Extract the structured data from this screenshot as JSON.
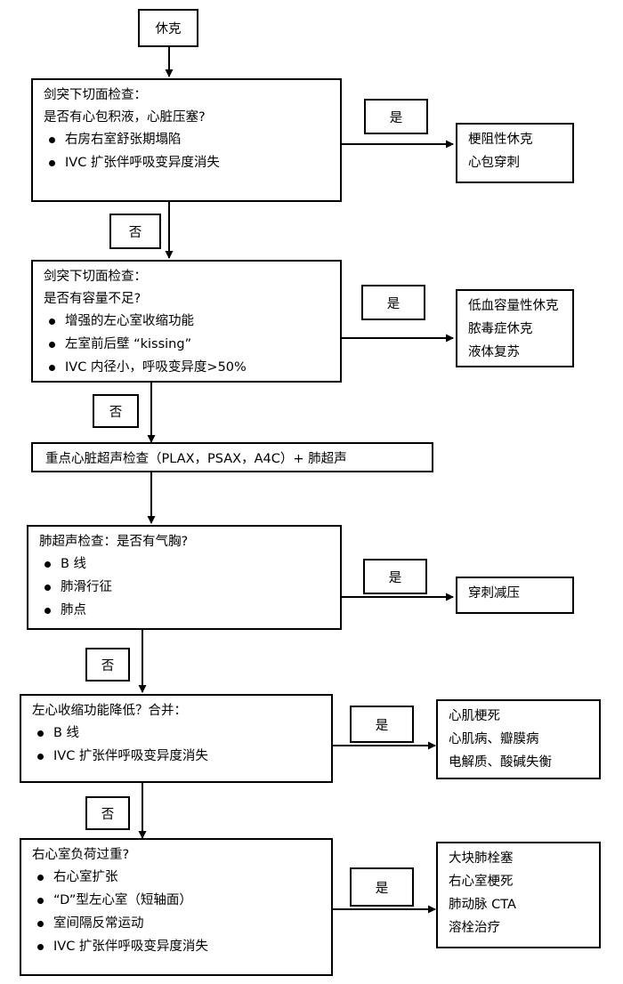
{
  "diagram": {
    "title_node": {
      "label": "休克"
    },
    "yes_label": "是",
    "no_label": "否",
    "nodes": [
      {
        "id": "subxiphoid-tamponade",
        "lines": [
          "剑突下切面检查：",
          "是否有心包积液，心脏压塞?"
        ],
        "bullets": [
          "右房右室舒张期塌陷",
          "IVC 扩张伴呼吸变异度消失"
        ]
      },
      {
        "id": "subxiphoid-hypovolemia",
        "lines": [
          "剑突下切面检查：",
          "是否有容量不足?"
        ],
        "bullets": [
          "增强的左心室收缩功能",
          "左室前后壁 “kissing”",
          "IVC 内径小，呼吸变异度>50%"
        ]
      },
      {
        "id": "focused-echo",
        "lines": [
          "重点心脏超声检查（PLAX，PSAX，A4C）+ 肺超声"
        ],
        "bullets": []
      },
      {
        "id": "lung-us-pneumothorax",
        "lines": [
          "肺超声检查：是否有气胸?"
        ],
        "bullets": [
          "B 线",
          "肺滑行征",
          "肺点"
        ]
      },
      {
        "id": "lv-systolic-dysfunction",
        "lines": [
          "左心收缩功能降低？合并："
        ],
        "bullets": [
          "B 线",
          "IVC 扩张伴呼吸变异度消失"
        ]
      },
      {
        "id": "rv-overload",
        "lines": [
          "右心室负荷过重?"
        ],
        "bullets": [
          "右心室扩张",
          "“D”型左心室（短轴面）",
          "室间隔反常运动",
          "IVC 扩张伴呼吸变异度消失"
        ]
      }
    ],
    "outcomes": [
      {
        "id": "obstructive-shock",
        "lines": [
          "梗阻性休克",
          "心包穿刺"
        ]
      },
      {
        "id": "hypovolemic-shock",
        "lines": [
          "低血容量性休克",
          "脓毒症休克",
          "液体复苏"
        ]
      },
      {
        "id": "needle-decompression",
        "lines": [
          "穿刺减压"
        ]
      },
      {
        "id": "cardiogenic-causes",
        "lines": [
          "心肌梗死",
          "心肌病、瓣膜病",
          "电解质、酸碱失衡"
        ]
      },
      {
        "id": "pulmonary-embolism",
        "lines": [
          "大块肺栓塞",
          "右心室梗死",
          "肺动脉 CTA",
          "溶栓治疗"
        ]
      }
    ],
    "colors": {
      "stroke": "#000000",
      "background": "#ffffff",
      "text": "#000000"
    }
  }
}
